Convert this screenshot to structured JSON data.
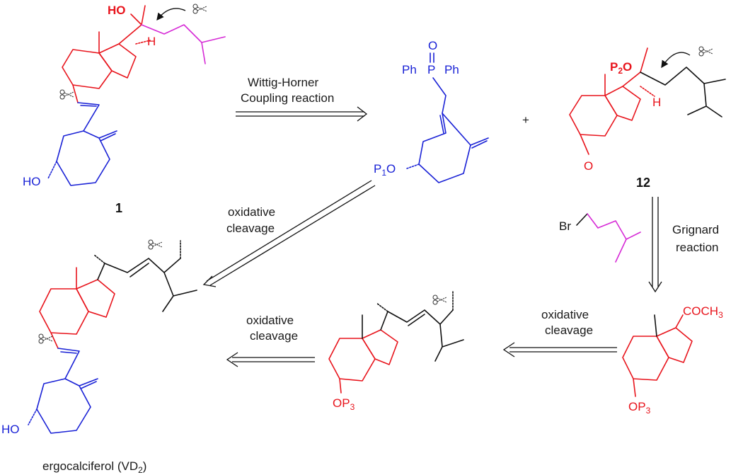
{
  "compounds": {
    "vd3": {
      "number": "1",
      "ho_label": "HO",
      "h_label": "H",
      "oh_label": "HO"
    },
    "phosphine_oxide": {
      "ph_left": "Ph",
      "ph_right": "Ph",
      "p": "P",
      "o": "O",
      "p1o": "P",
      "p1o_sub": "1",
      "p1o_o": "O"
    },
    "ketone": {
      "number": "12",
      "p2o": "P",
      "p2o_sub": "2",
      "p2o_o": "O",
      "h_label": "H",
      "ketone_o": "O"
    },
    "bromide": {
      "br": "Br"
    },
    "methyl_ketone": {
      "acyl": "COCH",
      "acyl_sub": "3",
      "op3": "OP",
      "op3_sub": "3"
    },
    "side_chain_intermediate": {
      "op3": "OP",
      "op3_sub": "3"
    },
    "ergocalciferol": {
      "name": "ergocalciferol (VD",
      "name_sub": "2",
      "name_end": ")",
      "ho_label": "HO"
    }
  },
  "plus_sign": "+",
  "arrows": {
    "wittig": {
      "line1": "Wittig-Horner",
      "line2": "Coupling reaction"
    },
    "oxidative_left": {
      "line1": "oxidative",
      "line2": "cleavage"
    },
    "grignard": {
      "line1": "Grignard",
      "line2": "reaction"
    },
    "oxidative_bottom_right": {
      "line1": "oxidative",
      "line2": "cleavage"
    },
    "oxidative_bottom_left": {
      "line1": "oxidative",
      "line2": "cleavage"
    }
  },
  "colors": {
    "cd_ring": "#e8141c",
    "a_ring": "#1a22d6",
    "side_chain_fragment": "#d62bd6",
    "bonds": "#111111"
  },
  "icons": [
    "scissors-icon",
    "curved-arrow-icon",
    "retrosynthetic-arrow-icon"
  ]
}
